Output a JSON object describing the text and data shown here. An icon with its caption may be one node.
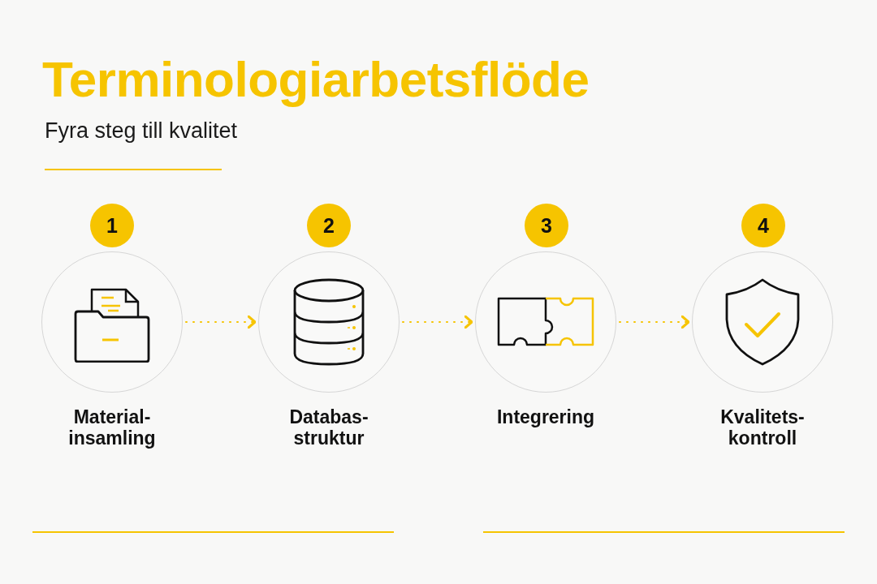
{
  "diagram": {
    "title": "Terminologiarbetsflöde",
    "caption": "Fyra steg till kvalitet",
    "nodes": [
      {
        "text": [
          "1"
        ]
      },
      {
        "text": [
          "2"
        ]
      },
      {
        "text": [
          "3"
        ]
      },
      {
        "text": [
          "4"
        ]
      },
      {
        "text": [
          "Material- insamling"
        ]
      },
      {
        "text": [
          "Databas- struktur"
        ]
      },
      {
        "text": [
          "Integrering"
        ]
      },
      {
        "text": [
          "Kvalitets- kontroll"
        ]
      }
    ],
    "edges": [
      {
        "from": 4,
        "to": 5,
        "arrow": "to",
        "style": "dashed"
      },
      {
        "from": 5,
        "to": 6,
        "arrow": "to",
        "style": "dashed"
      },
      {
        "from": 6,
        "to": 7,
        "arrow": "to",
        "style": "dashed"
      }
    ]
  }
}
